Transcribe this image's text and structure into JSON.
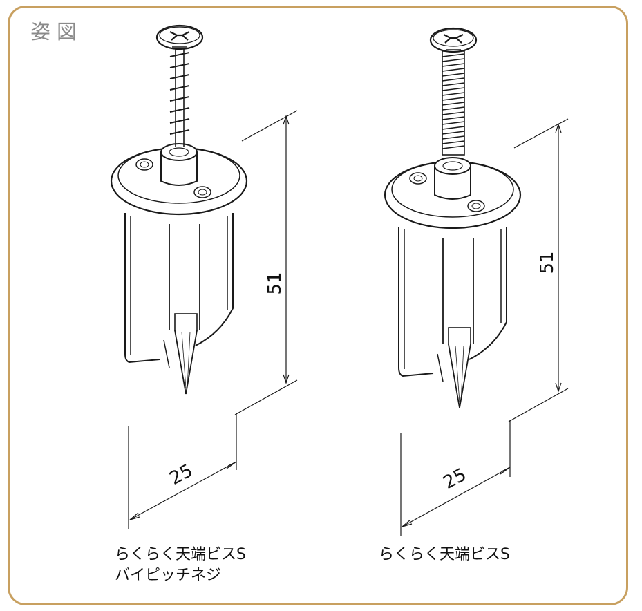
{
  "section_title": "姿図",
  "products": [
    {
      "caption_line1": "らくらく天端ビスS",
      "caption_line2": "バイピッチネジ",
      "height_dim": "51",
      "width_dim": "25",
      "screw_thread": "bi-pitch"
    },
    {
      "caption_line1": "らくらく天端ビスS",
      "caption_line2": "",
      "height_dim": "51",
      "width_dim": "25",
      "screw_thread": "fine-pitch"
    }
  ],
  "colors": {
    "frame_border": "#c8a060",
    "title_text": "#8a8a8a",
    "line": "#1a1a1a"
  }
}
